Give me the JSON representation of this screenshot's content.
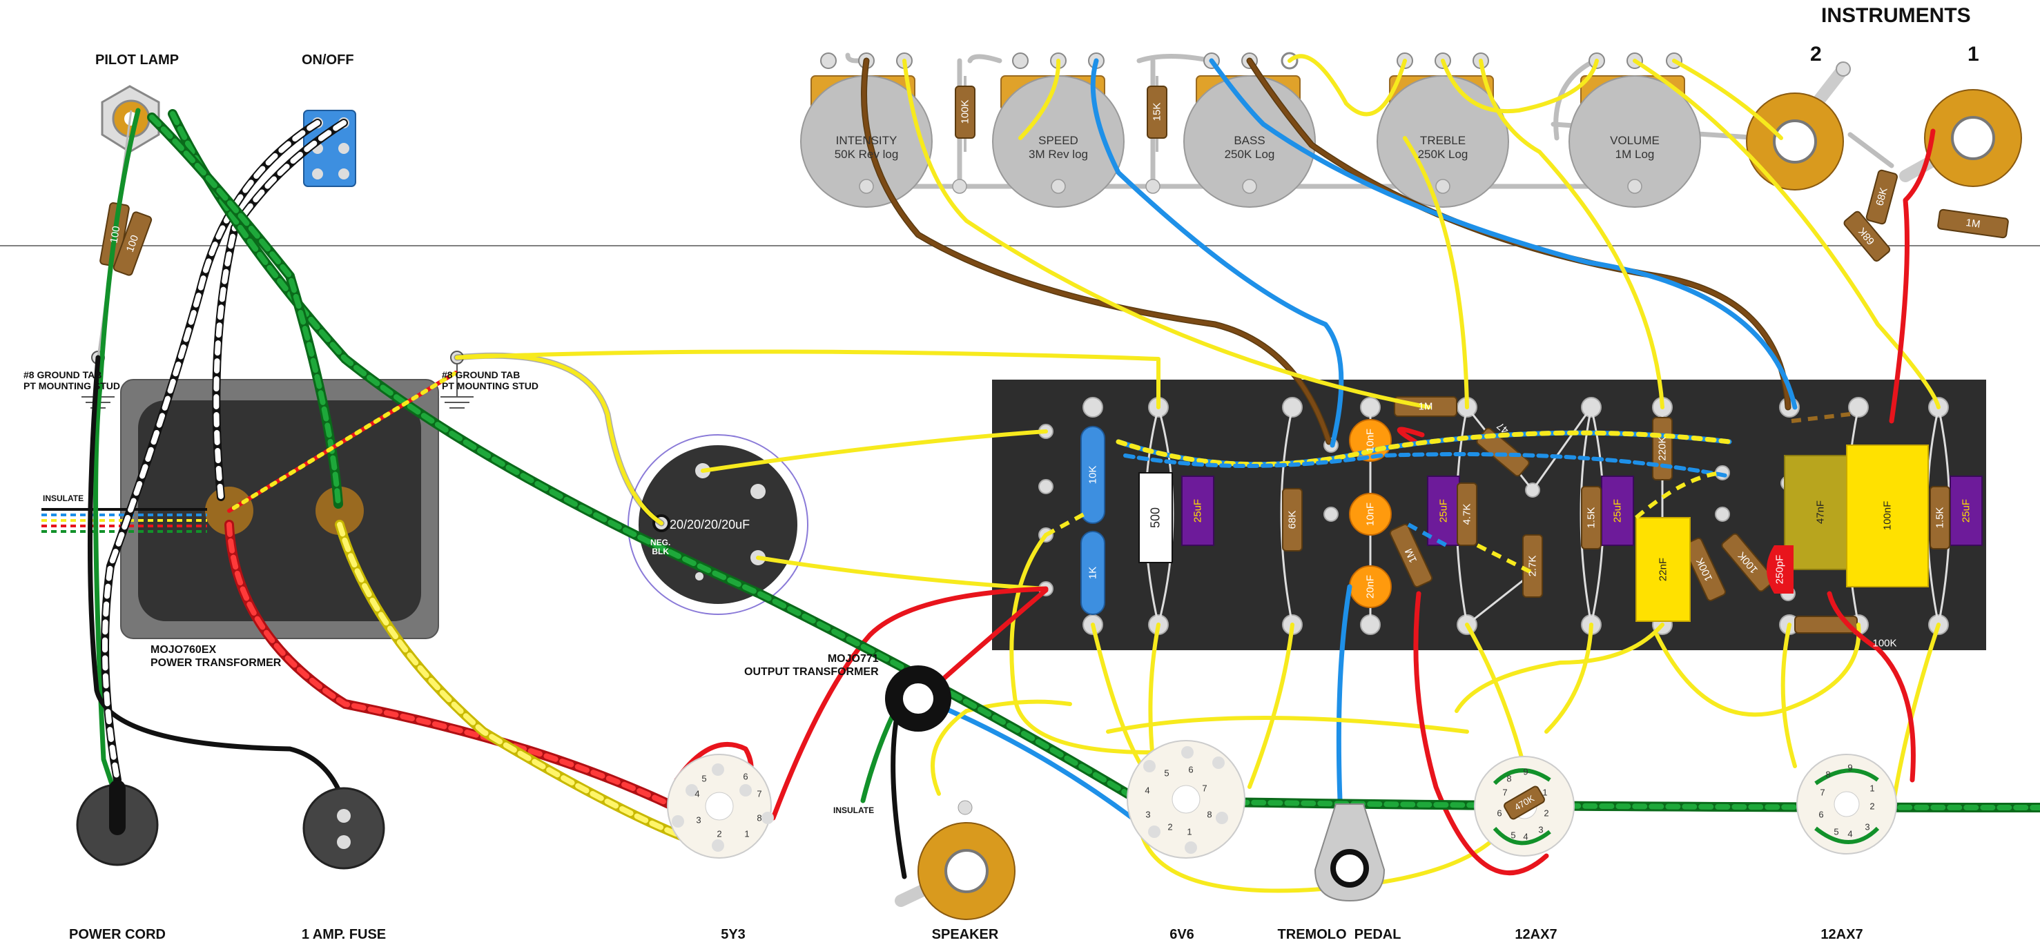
{
  "labels": {
    "instruments": "INSTRUMENTS",
    "input_2": "2",
    "input_1": "1",
    "pilot_lamp": "PILOT LAMP",
    "on_off": "ON/OFF",
    "ground_tab_left": "#8 GROUND TAB\nPT MOUNTING STUD",
    "ground_tab_right": "#8 GROUND TAB\nPT MOUNTING STUD",
    "insulate_left": "INSULATE",
    "insulate_ot": "INSULATE",
    "power_transformer": "MOJO760EX\nPOWER TRANSFORMER",
    "output_transformer": "MOJO771\nOUTPUT TRANSFORMER",
    "filter_cap": "20/20/20/20uF",
    "neg_blk": "NEG.\nBLK",
    "power_cord": "POWER CORD",
    "fuse": "1 AMP. FUSE",
    "tube_5y3": "5Y3",
    "speaker": "SPEAKER",
    "tube_6v6": "6V6",
    "tremolo_pedal": "TREMOLO  PEDAL",
    "tube_12ax7_a": "12AX7",
    "tube_12ax7_b": "12AX7"
  },
  "pots": [
    {
      "name": "INTENSITY",
      "value": "50K Rev log"
    },
    {
      "name": "SPEED",
      "value": "3M Rev log"
    },
    {
      "name": "BASS",
      "value": "250K Log"
    },
    {
      "name": "TREBLE",
      "value": "250K Log"
    },
    {
      "name": "VOLUME",
      "value": "1M Log"
    }
  ],
  "components": {
    "pot_res_100k": "100K",
    "pot_res_15k": "15K",
    "lamp_res_1": "100",
    "lamp_res_2": "100",
    "in_68k_a": "68K",
    "in_68k_b": "68K",
    "in_1m": "1M",
    "b_10k": "10K",
    "b_1k": "1K",
    "b_500": "500",
    "b_25uf_1": "25uF",
    "b_68k": "68K",
    "b_10nf_1": "10nF",
    "b_10nf_2": "10nF",
    "b_20nf": "20nF",
    "b_1m_top": "1M",
    "b_1m_mid": "1M",
    "b_25uf_2": "25uF",
    "b_47k": "4.7K",
    "b_47_small": "47",
    "b_27k": "2.7K",
    "b_15k_a": "1.5K",
    "b_25uf_3": "25uF",
    "b_220k": "220K",
    "b_22nf": "22nF",
    "b_100k_a": "100K",
    "b_100k_b": "100K",
    "b_250pf": "250pF",
    "b_47nf": "47nF",
    "b_100nf": "100nF",
    "b_15k_b": "1.5K",
    "b_25uf_4": "25uF",
    "b_100k_c": "100K",
    "v_470k": "470K"
  },
  "pins_5y3": [
    "1",
    "2",
    "3",
    "4",
    "5",
    "6",
    "7",
    "8"
  ],
  "pins_6v6": [
    "1",
    "2",
    "3",
    "4",
    "5",
    "6",
    "7",
    "8"
  ],
  "pins_12ax7": [
    "1",
    "2",
    "3",
    "4",
    "5",
    "6",
    "7",
    "8",
    "9"
  ],
  "colors": {
    "yellow": "#f7ea1d",
    "brown": "#7b4a15",
    "blue": "#1e90e8",
    "red": "#e8141c",
    "green": "#12912a",
    "black": "#111111",
    "white": "#ffffff",
    "board": "#2d2d2d",
    "pot_body": "#c0c0c0",
    "pot_bracket": "#e0a22a",
    "jack_brass": "#d99a1e",
    "cap_orange": "#ff9a0d",
    "cap_purple": "#6d1b9a",
    "cap_yellow": "#ffe100",
    "resistor": "#9a6a30",
    "resistor_blue": "#3d8fe0"
  }
}
